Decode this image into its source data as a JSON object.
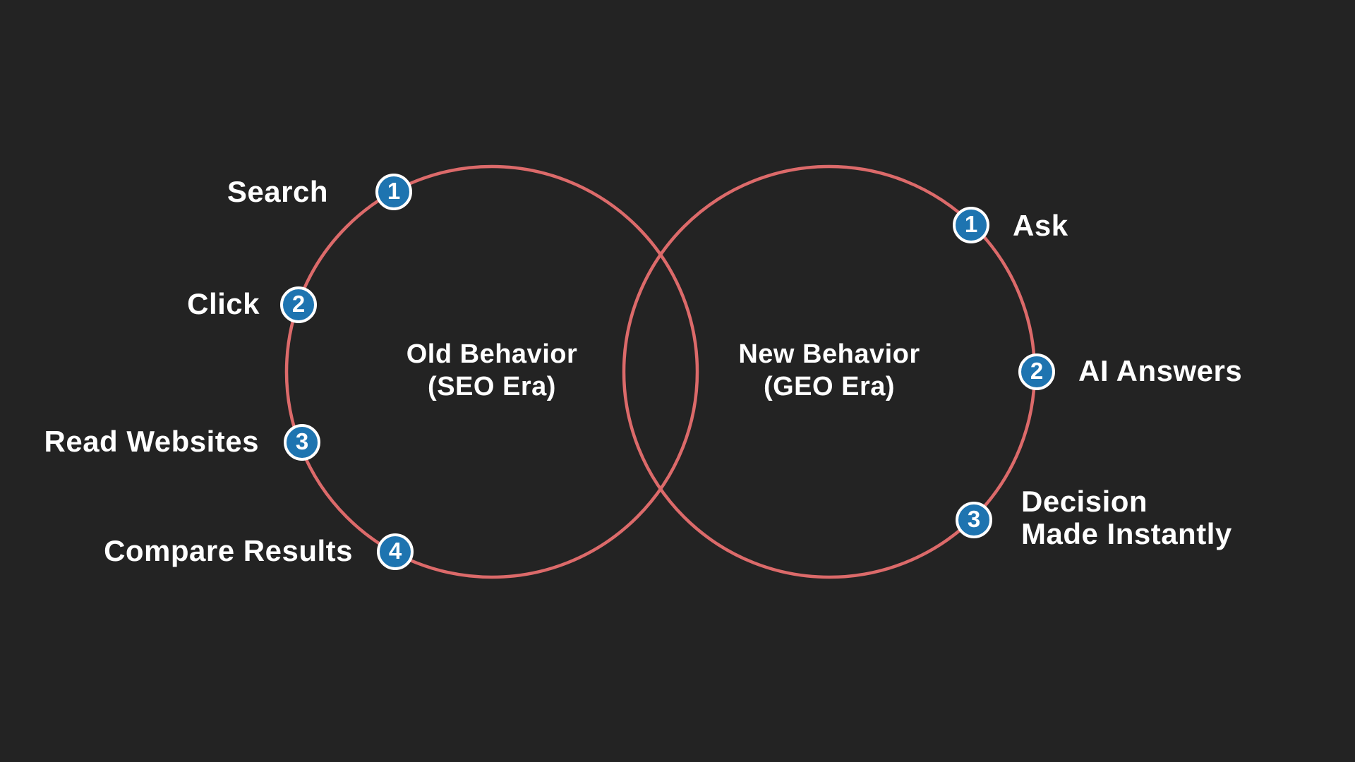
{
  "colors": {
    "background": "#232323",
    "circle-stroke": "#dc6a6a",
    "badge-fill": "#1e74b0",
    "badge-border": "#ffffff",
    "text": "#ffffff"
  },
  "diagram": {
    "left_circle": {
      "title_line1": "Old Behavior",
      "title_line2": "(SEO Era)",
      "steps": [
        {
          "num": "1",
          "label": "Search"
        },
        {
          "num": "2",
          "label": "Click"
        },
        {
          "num": "3",
          "label": "Read Websites"
        },
        {
          "num": "4",
          "label": "Compare Results"
        }
      ]
    },
    "right_circle": {
      "title_line1": "New Behavior",
      "title_line2": "(GEO Era)",
      "steps": [
        {
          "num": "1",
          "label": "Ask"
        },
        {
          "num": "2",
          "label": "AI Answers"
        },
        {
          "num": "3",
          "label": "Decision\nMade Instantly"
        }
      ]
    }
  }
}
